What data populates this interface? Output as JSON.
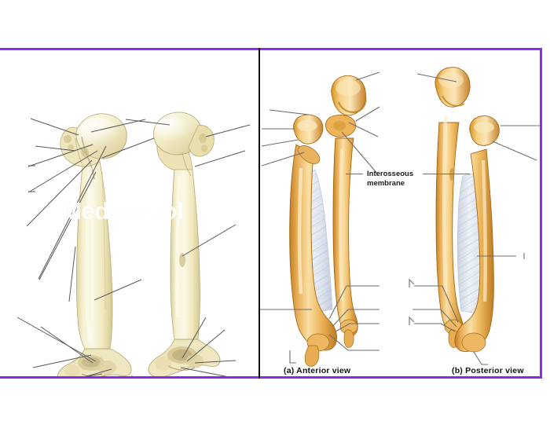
{
  "figure": {
    "border_color": "#8c2bf5",
    "divider_color": "#111111",
    "background": "#ffffff",
    "watermark": "Medicalool"
  },
  "panels": [
    {
      "id": "humerus",
      "name": "humerus-panel",
      "description": "Two views of the humerus bone with unlabeled leader lines",
      "bone_color": "#f2ecc4",
      "bone_shadow": "#e3d9a2",
      "leader_line_color": "#585858",
      "leader_line_count": 17
    },
    {
      "id": "forearm",
      "name": "forearm-panel",
      "description": "Radius and ulna with interosseous membrane, anterior and posterior views",
      "bone_color": "#e3a84f",
      "bone_shadow": "#c98a33",
      "membrane_color": "#dfe5ef",
      "leader_line_color": "#6d6d6d",
      "leader_line_count": 20
    }
  ],
  "labels": {
    "interosseous": {
      "line1": "Interosseous",
      "line2": "membrane"
    },
    "caption_a": "(a) Anterior view",
    "caption_b": "(b) Posterior view"
  }
}
